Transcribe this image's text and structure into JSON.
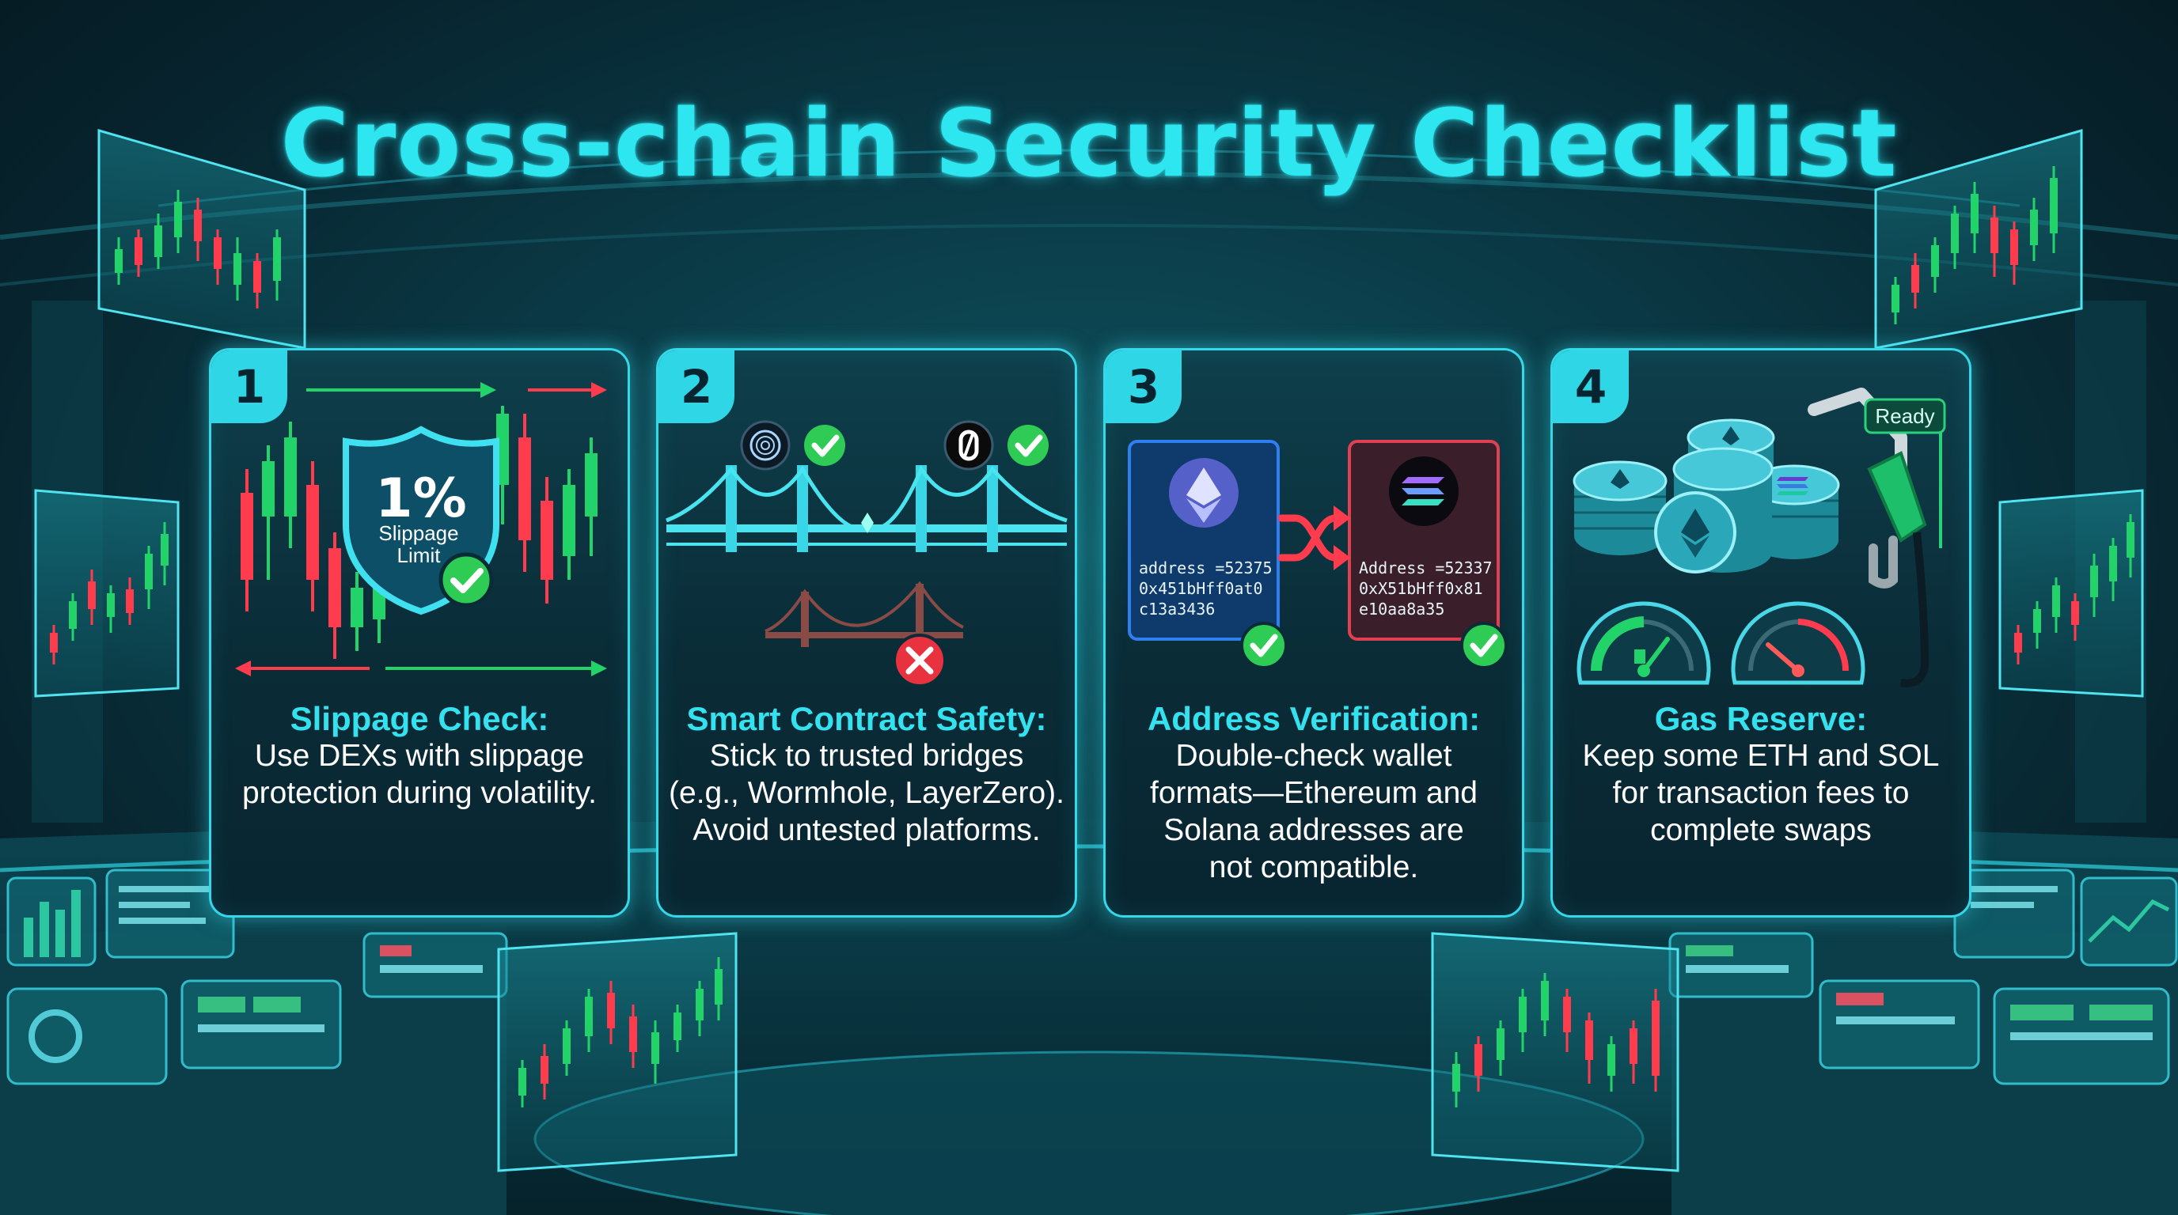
{
  "title": "Cross-chain Security Checklist",
  "colors": {
    "accent": "#2ee6f0",
    "background": "#0a3a46",
    "up_candle": "#22d36a",
    "down_candle": "#ff3b4e",
    "check": "#2ecc55",
    "cross": "#e8323f"
  },
  "cards": [
    {
      "number": "1",
      "heading": "Slippage Check:",
      "lines": [
        "Use DEXs with slippage",
        "protection during volatility."
      ],
      "icons": [
        "candlestick-chart",
        "shield-icon",
        "check-icon",
        "arrow-right",
        "arrow-left"
      ],
      "shield_value": "1%",
      "shield_label_1": "Slippage",
      "shield_label_2": "Limit"
    },
    {
      "number": "2",
      "heading": "Smart Contract Safety:",
      "lines": [
        "Stick to trusted bridges",
        "(e.g., Wormhole, LayerZero).",
        "Avoid untested platforms."
      ],
      "icons": [
        "trusted-bridge",
        "check-icon",
        "untrusted-bridge",
        "cross-icon",
        "wormhole-logo",
        "layerzero-logo"
      ]
    },
    {
      "number": "3",
      "heading": "Address Verification:",
      "lines": [
        "Double-check wallet",
        "formats—Ethereum and",
        "Solana addresses are",
        "not compatible."
      ],
      "icons": [
        "ethereum-logo",
        "solana-logo",
        "shuffle-icon",
        "check-icon"
      ],
      "eth_address": [
        "address =52375",
        "0x451bHff0at0",
        "c13a3436"
      ],
      "sol_address": [
        "Address =52337",
        "0xX51bHff0x81",
        "e10aa8a35"
      ]
    },
    {
      "number": "4",
      "heading": "Gas Reserve:",
      "lines": [
        "Keep some ETH and SOL",
        "for transaction fees to",
        "complete swaps"
      ],
      "icons": [
        "coin-stack",
        "gas-pump-icon",
        "fuel-gauge",
        "speedometer"
      ],
      "status_badge": "Ready"
    }
  ]
}
